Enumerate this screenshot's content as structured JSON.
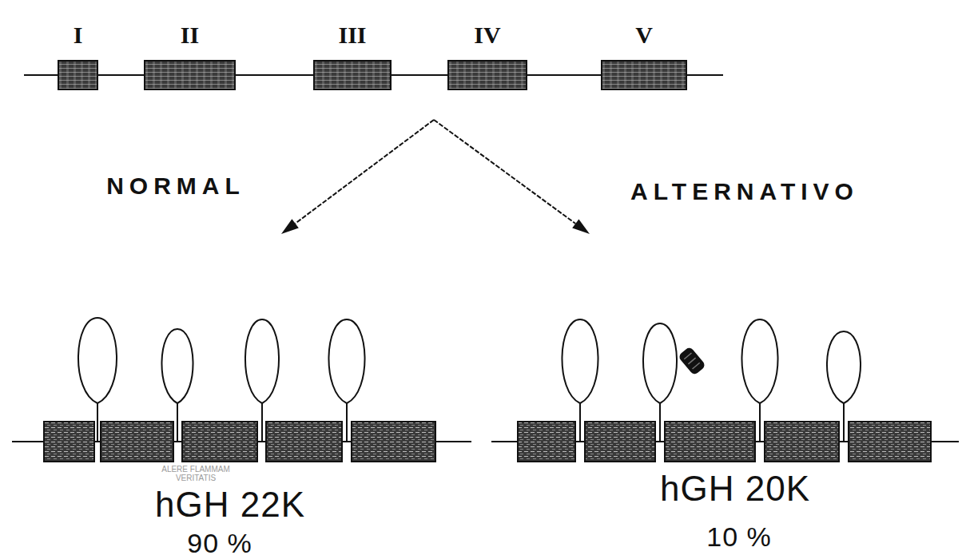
{
  "diagram": {
    "nodes": [
      {
        "text": [
          "I"
        ]
      },
      {
        "text": [
          "II"
        ]
      },
      {
        "text": [
          "III"
        ]
      },
      {
        "text": [
          "IV"
        ]
      },
      {
        "text": [
          "V"
        ]
      }
    ],
    "edges": [
      {
        "from": 0,
        "to": 1,
        "arrow": "none"
      },
      {
        "from": 1,
        "to": 2,
        "arrow": "none"
      },
      {
        "from": 2,
        "to": 3,
        "arrow": "none"
      },
      {
        "from": 3,
        "to": 4,
        "arrow": "none"
      }
    ],
    "labels": [
      "NORMAL",
      "ALTERNATIVO",
      "hGH 22K",
      "90 %",
      "hGH 20K",
      "10 %",
      "ALERE FLAMMAM",
      "VERITATIS"
    ]
  }
}
